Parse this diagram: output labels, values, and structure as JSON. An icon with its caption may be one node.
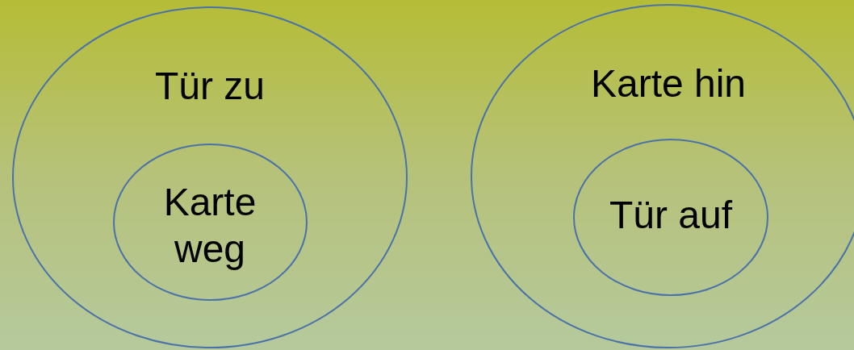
{
  "diagram": {
    "nodes": [
      {
        "text": [
          "Tür zu"
        ]
      },
      {
        "text": [
          "Karte weg"
        ],
        "in": 0
      },
      {
        "text": [
          "Karte hin"
        ]
      },
      {
        "text": [
          "Tür auf"
        ],
        "in": 2
      }
    ]
  }
}
